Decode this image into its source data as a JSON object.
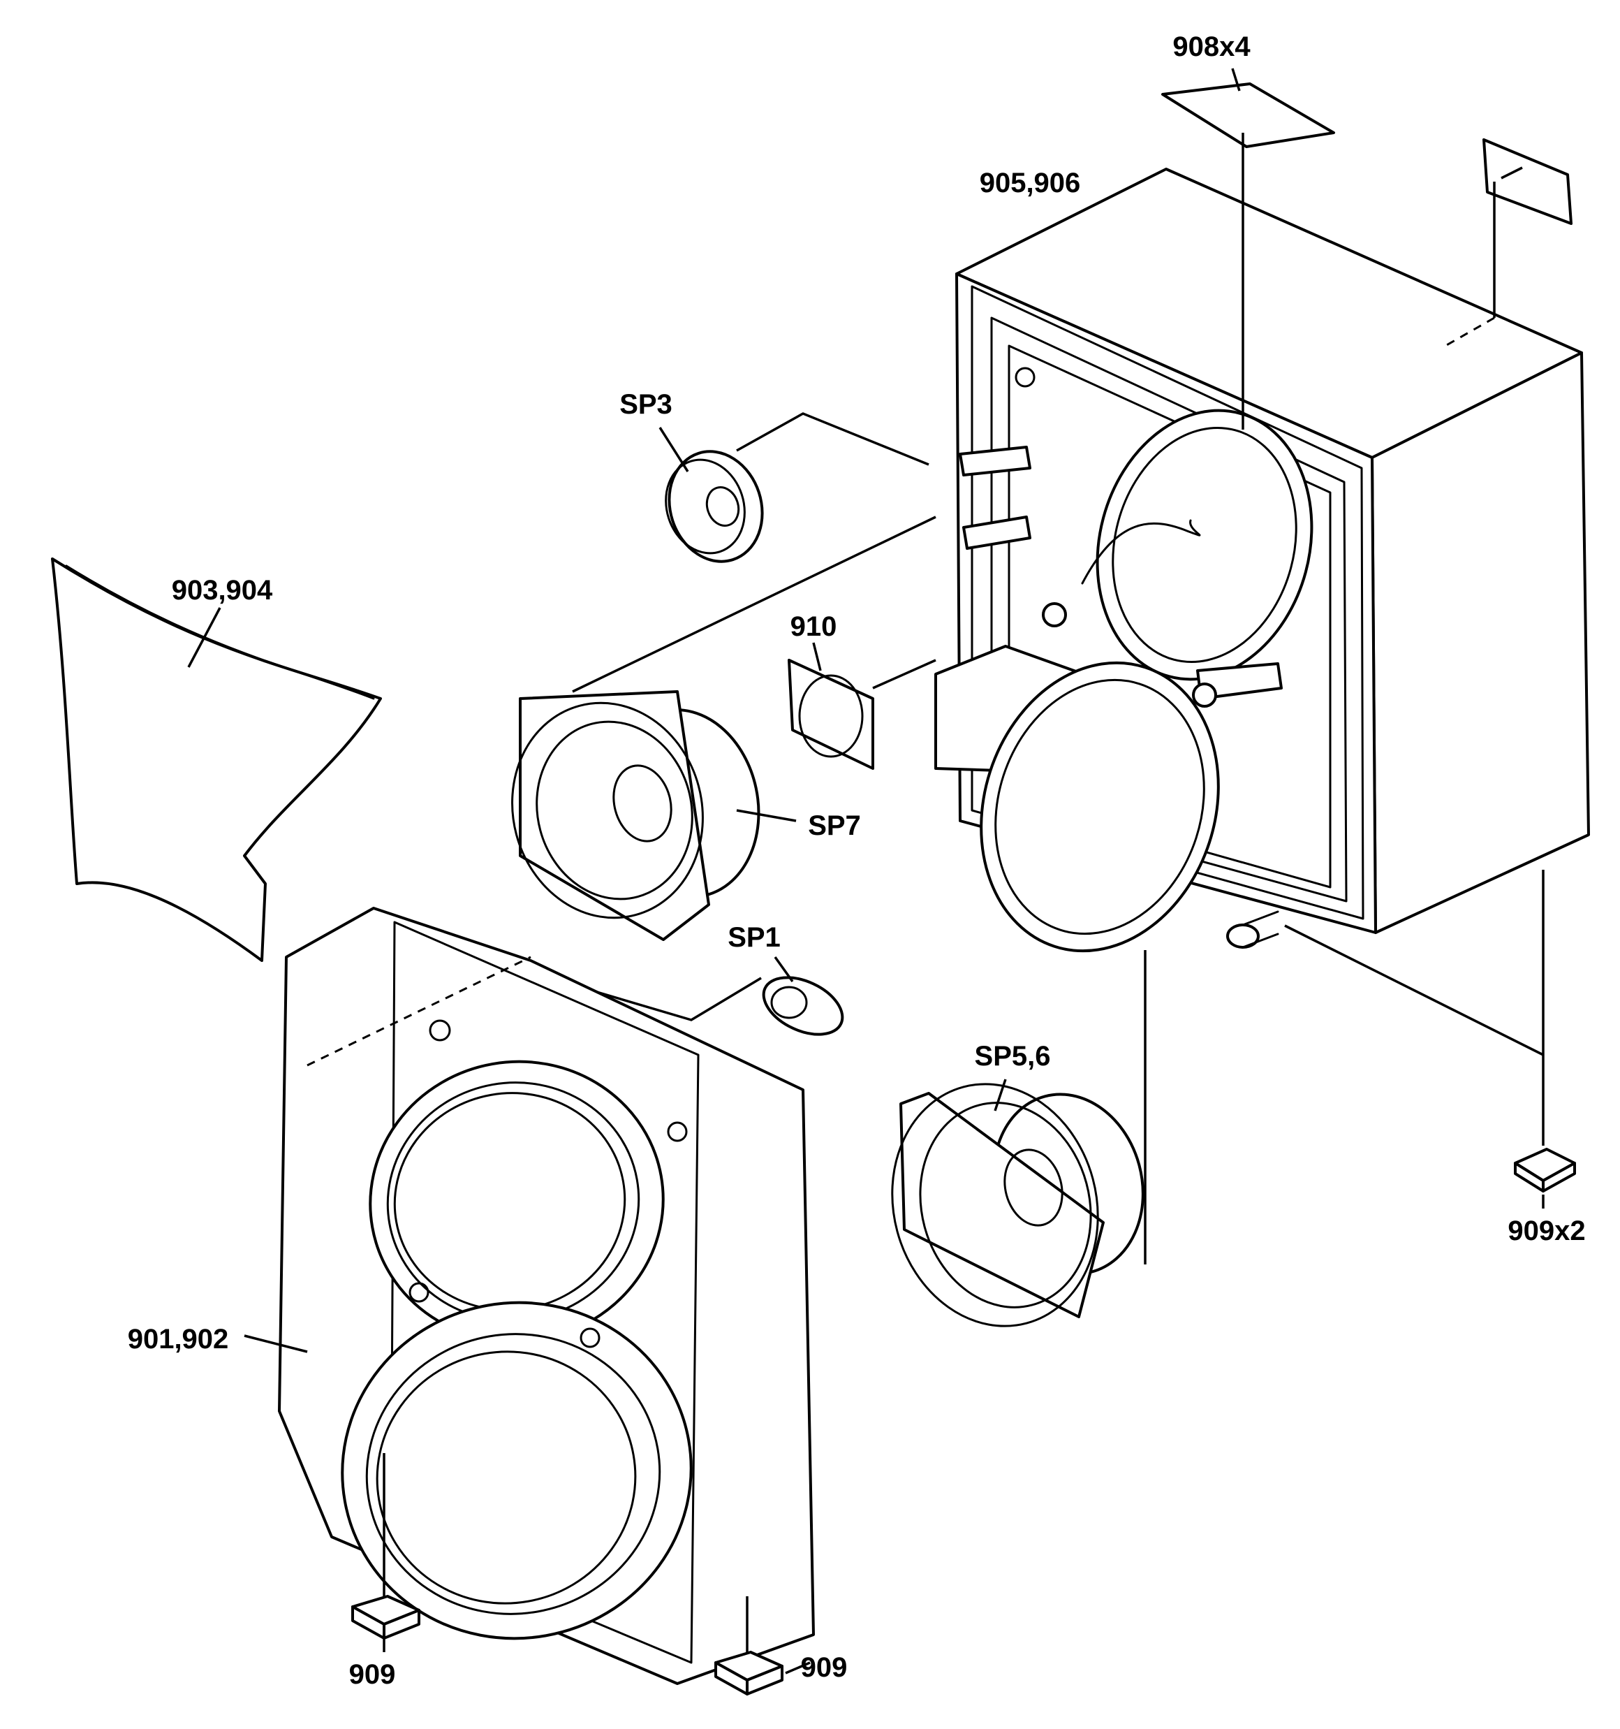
{
  "labels": {
    "label_908x4": "908x4",
    "label_905_906": "905,906",
    "label_sp3": "SP3",
    "label_903_904": "903,904",
    "label_910": "910",
    "label_sp7": "SP7",
    "label_sp1": "SP1",
    "label_sp5_6": "SP5,6",
    "label_909x2": "909x2",
    "label_901_902": "901,902",
    "label_909_left": "909",
    "label_909_right": "909"
  },
  "colors": {
    "line": "#000000",
    "background": "#ffffff"
  }
}
